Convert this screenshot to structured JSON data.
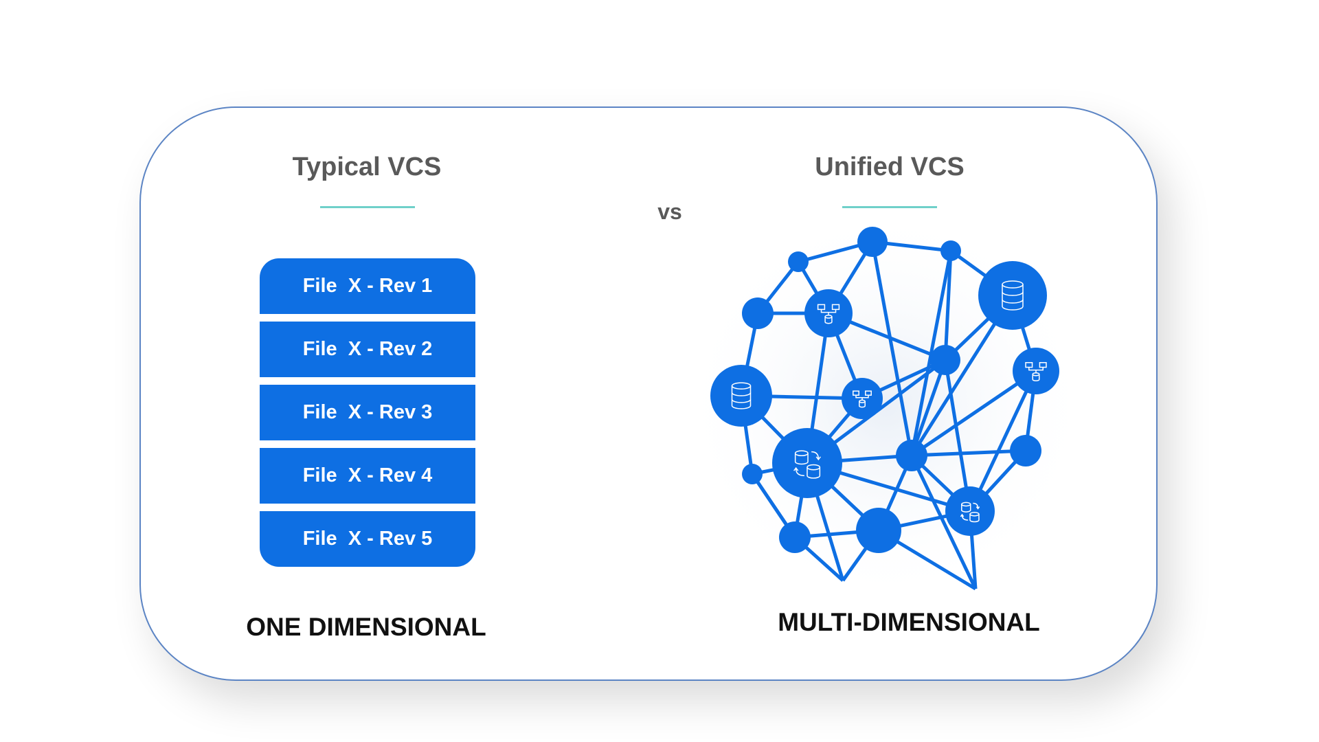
{
  "left": {
    "heading": "Typical VCS",
    "revisions": [
      "File  X - Rev 1",
      "File  X - Rev 2",
      "File  X - Rev 3",
      "File  X - Rev 4",
      "File  X - Rev 5"
    ],
    "caption": "ONE DIMENSIONAL"
  },
  "separator": "vs",
  "right": {
    "heading": "Unified VCS",
    "caption": "MULTI-DIMENSIONAL"
  },
  "colors": {
    "accent": "#0e6fe3",
    "underline": "#6fd0c9",
    "heading": "#595959",
    "border": "#5b84c4"
  }
}
